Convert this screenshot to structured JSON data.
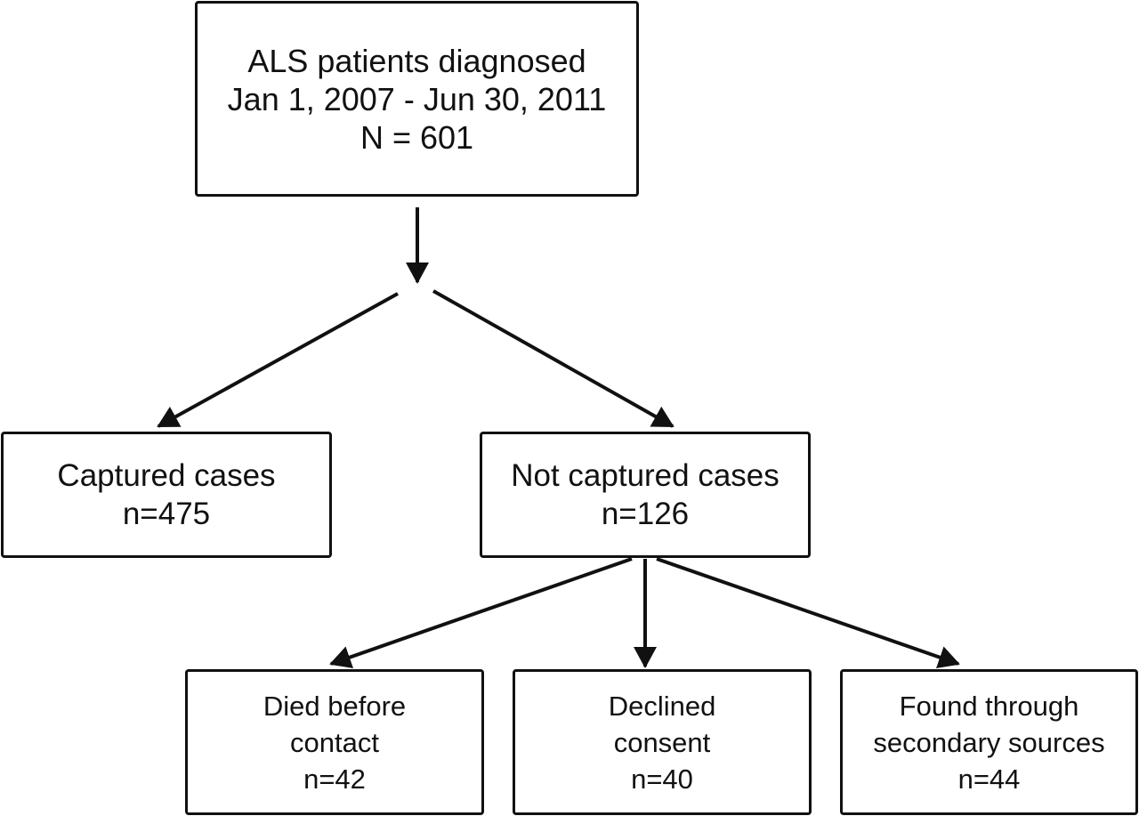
{
  "nodes": {
    "top": {
      "lines": [
        "ALS patients diagnosed",
        "Jan 1, 2007 - Jun 30, 2011",
        "N = 601"
      ]
    },
    "captured": {
      "lines": [
        "Captured cases",
        "n=475"
      ]
    },
    "not_captured": {
      "lines": [
        "Not captured cases",
        "n=126"
      ]
    },
    "died": {
      "lines": [
        "Died before",
        "contact",
        "n=42"
      ]
    },
    "declined": {
      "lines": [
        "Declined",
        "consent",
        "n=40"
      ]
    },
    "found": {
      "lines": [
        "Found through",
        "secondary sources",
        "n=44"
      ]
    }
  },
  "style": {
    "stroke_color": "#111111",
    "background": "#ffffff"
  }
}
